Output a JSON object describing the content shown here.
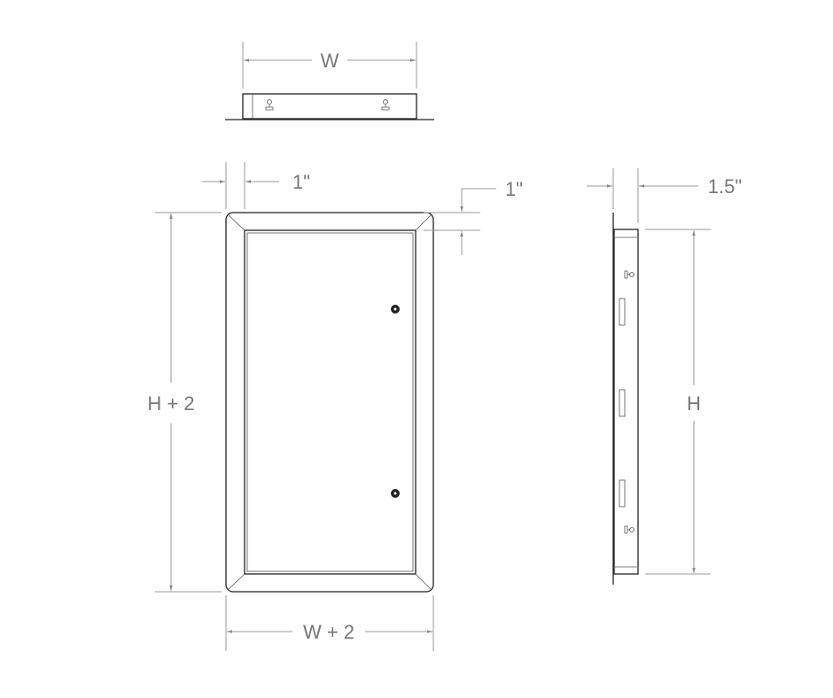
{
  "labels": {
    "top_width": "W",
    "frame_border_side": "1\"",
    "frame_border_top": "1\"",
    "overall_height": "H + 2",
    "overall_width": "W + 2",
    "depth": "1.5\"",
    "height": "H"
  },
  "colors": {
    "dimension": "#9a9a9a",
    "text": "#777777",
    "outline": "#222222"
  }
}
